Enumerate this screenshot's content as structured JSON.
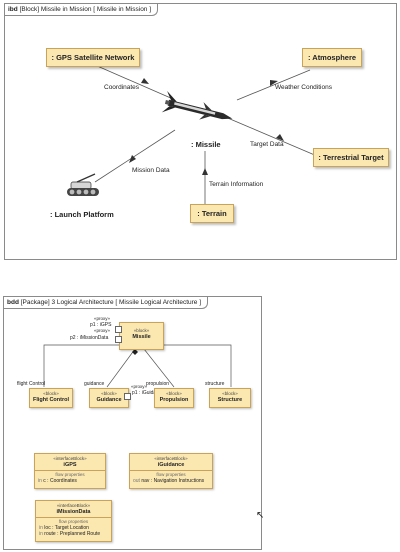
{
  "ibd": {
    "tab_kind": "ibd",
    "tab_title": "[Block] Missile in Mission [ Missile in Mission ]",
    "parts": {
      "gps": ": GPS Satellite Network",
      "atmosphere": ": Atmosphere",
      "terrestrial": ": Terrestrial Target",
      "terrain": ": Terrain"
    },
    "missile_label": ": Missile",
    "launch_label": ": Launch Platform",
    "flows": {
      "coordinates": "Coordinates",
      "weather": "Weather Conditions",
      "target": "Target Data",
      "mission": "Mission Data",
      "terrain_info": "Terrain Information"
    }
  },
  "bdd": {
    "tab_kind": "bdd",
    "tab_title": "[Package] 3 Logical Architecture [ Missile Logical Architecture ]",
    "missile": {
      "stereotype": "«block»",
      "name": "Missile"
    },
    "proxy1": {
      "st": "«proxy»",
      "label": "p1 : iGPS"
    },
    "proxy2": {
      "st": "«proxy»",
      "label": "p2 : iMissionData"
    },
    "proxy3": {
      "st": "«proxy»",
      "label": "p1 : iGuidance"
    },
    "roles": {
      "flight": "flight Control",
      "guidance": "guidance",
      "propulsion": "propulsion",
      "structure": "structure"
    },
    "blocks": [
      {
        "st": "«block»",
        "name": "Flight Control"
      },
      {
        "st": "«block»",
        "name": "Guidance"
      },
      {
        "st": "«block»",
        "name": "Propulsion"
      },
      {
        "st": "«block»",
        "name": "Structure"
      }
    ],
    "interfaces": {
      "igps": {
        "st": "«interfaceBlock»",
        "name": "iGPS",
        "sec": "flow properties",
        "rows": [
          {
            "dir": "in",
            "text": "c : Coordinates"
          }
        ]
      },
      "iguidance": {
        "st": "«interfaceBlock»",
        "name": "iGuidance",
        "sec": "flow properties",
        "rows": [
          {
            "dir": "out",
            "text": "nav : Navigation Instructions"
          }
        ]
      },
      "imission": {
        "st": "«interfaceBlock»",
        "name": "iMissionData",
        "sec": "flow properties",
        "rows": [
          {
            "dir": "in",
            "text": "loc : Target Location"
          },
          {
            "dir": "in",
            "text": "route : Preplanned Route"
          }
        ]
      }
    }
  }
}
